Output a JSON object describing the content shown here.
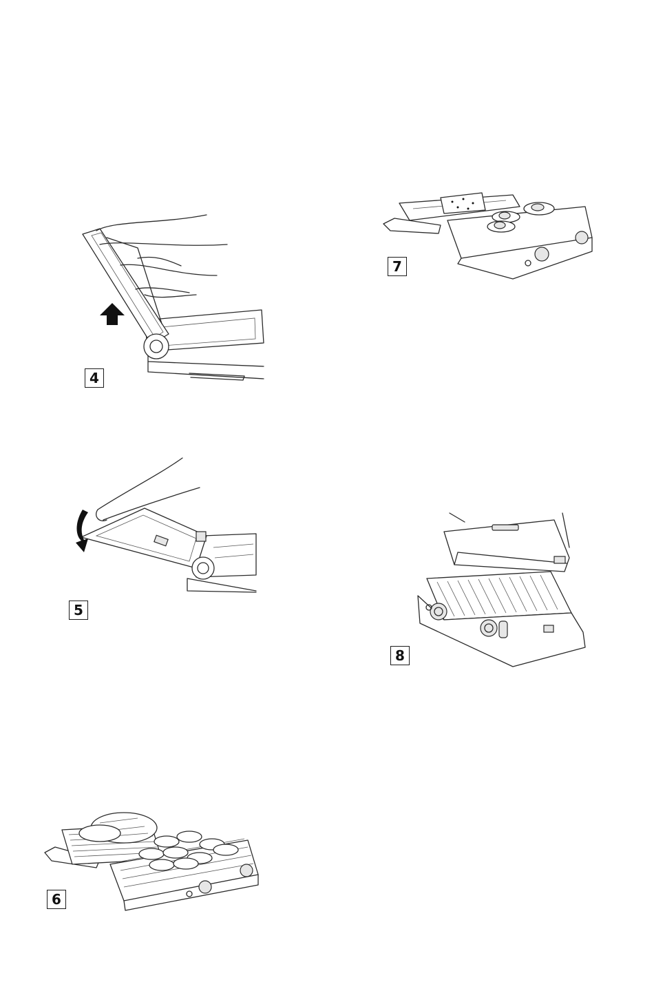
{
  "figures": [
    {
      "id": "fig4",
      "step": "4",
      "arrow": "up-arrow"
    },
    {
      "id": "fig5",
      "step": "5",
      "arrow": "curved-down-arrow"
    },
    {
      "id": "fig6",
      "step": "6"
    },
    {
      "id": "fig7",
      "step": "7"
    },
    {
      "id": "fig8",
      "step": "8"
    }
  ]
}
